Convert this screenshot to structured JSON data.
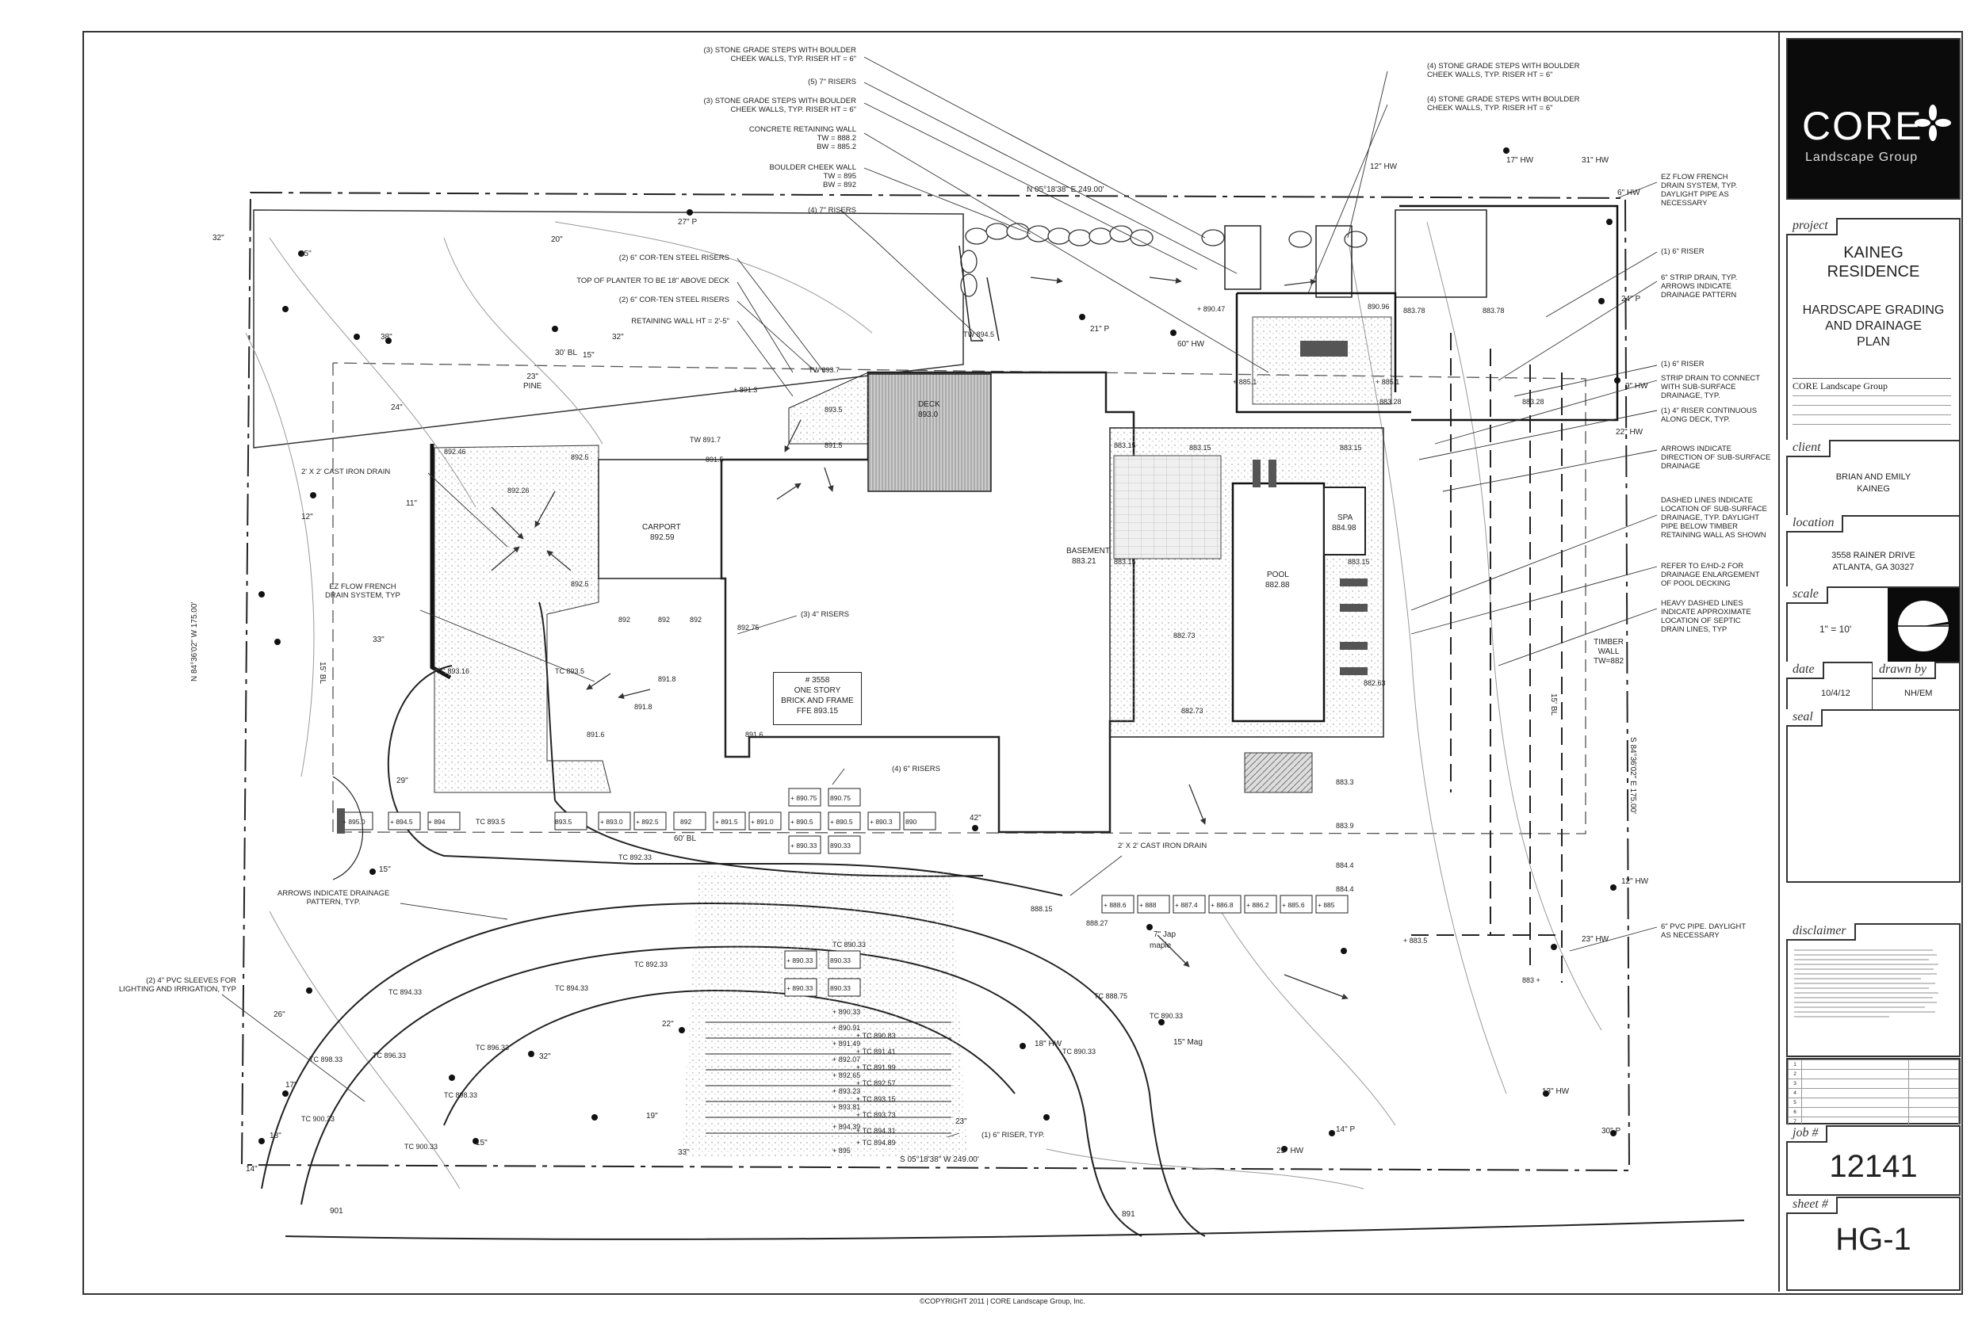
{
  "titleblock": {
    "logo": {
      "word": "CORE",
      "sub": "Landscape Group"
    },
    "project_tag": "project",
    "project_name": "KAINEG RESIDENCE",
    "project_name_l1": "KAINEG",
    "project_name_l2": "RESIDENCE",
    "plan_l1": "HARDSCAPE GRADING",
    "plan_l2": "AND DRAINAGE",
    "plan_l3": "PLAN",
    "firm_name": "CORE Landscape Group",
    "client_tag": "client",
    "client_l1": "BRIAN AND EMILY",
    "client_l2": "KAINEG",
    "location_tag": "location",
    "location_l1": "3558 RAINER DRIVE",
    "location_l2": "ATLANTA, GA 30327",
    "scale_tag": "scale",
    "scale_value": "1\" = 10'",
    "date_tag": "date",
    "date_value": "10/4/12",
    "drawn_tag": "drawn by",
    "drawn_value": "NH/EM",
    "seal_tag": "seal",
    "disclaimer_tag": "disclaimer",
    "revision_rows": [
      "1",
      "2",
      "3",
      "4",
      "5",
      "6",
      "7"
    ],
    "job_tag": "job #",
    "job_value": "12141",
    "sheet_tag": "sheet #",
    "sheet_value": "HG-1"
  },
  "footer": {
    "copyright": "©COPYRIGHT 2011 | CORE Landscape Group, Inc."
  },
  "plan": {
    "deck": "DECK",
    "deck_elev": "893.0",
    "carport": "CARPORT",
    "carport_elev": "892.59",
    "basement": "BASEMENT",
    "basement_elev": "883.21",
    "pool": "POOL",
    "pool_elev": "882.88",
    "spa": "SPA",
    "spa_elev": "884.98",
    "house_l1": "# 3558",
    "house_l2": "ONE STORY",
    "house_l3": "BRICK AND FRAME",
    "house_l4": "FFE 893.15",
    "timber_l1": "TIMBER",
    "timber_l2": "WALL",
    "timber_l3": "TW=882",
    "pine_l1": "23\"",
    "pine_l2": "PINE",
    "brg_north": "N 05°18'38\" E 249.00'",
    "brg_south": "S 05°18'38\" W 249.00'",
    "brg_west": "N 84°36'02\" W 175.00'",
    "brg_east": "S 84°36'02\" E 175.00'",
    "bl_30": "30' BL",
    "bl_60": "60' BL",
    "bl_15w": "15' BL",
    "bl_15e": "15' BL"
  },
  "callouts_left": [
    "(3) STONE GRADE STEPS WITH BOULDER\nCHEEK WALLS, TYP. RISER HT = 6\"",
    "(5) 7\" RISERS",
    "(3) STONE GRADE STEPS WITH BOULDER\nCHEEK WALLS, TYP. RISER HT = 6\"",
    "CONCRETE RETAINING WALL\nTW = 888.2\nBW = 885.2",
    "BOULDER CHEEK WALL\nTW = 895\nBW = 892",
    "(4) 7\" RISERS",
    "(2) 6\" COR-TEN STEEL RISERS",
    "TOP OF PLANTER TO BE 18\" ABOVE DECK",
    "(2) 6\" COR-TEN STEEL RISERS",
    "RETAINING WALL HT = 2'-5\""
  ],
  "callouts_top_right": [
    "(4) STONE GRADE STEPS WITH BOULDER\nCHEEK WALLS, TYP. RISER HT = 6\"",
    "(4) STONE GRADE STEPS WITH BOULDER\nCHEEK WALLS, TYP. RISER HT = 6\""
  ],
  "callouts_right": [
    "EZ FLOW FRENCH\nDRAIN SYSTEM, TYP.\nDAYLIGHT PIPE AS\nNECESSARY",
    "(1) 6\" RISER",
    "6\" STRIP DRAIN, TYP.\nARROWS INDICATE\nDRAINAGE PATTERN",
    "(1) 6\" RISER",
    "STRIP DRAIN TO CONNECT\nWITH SUB-SURFACE\nDRAINAGE, TYP.",
    "(1) 4\" RISER CONTINUOUS\nALONG DECK, TYP.",
    "ARROWS INDICATE\nDIRECTION OF SUB-SURFACE\nDRAINAGE",
    "DASHED LINES INDICATE\nLOCATION OF SUB-SURFACE\nDRAINAGE, TYP. DAYLIGHT\nPIPE BELOW TIMBER\nRETAINING WALL AS SHOWN",
    "REFER TO E/HD-2 FOR\nDRAINAGE ENLARGEMENT\nOF POOL DECKING",
    "HEAVY DASHED LINES\nINDICATE APPROXIMATE\nLOCATION OF SEPTIC\nDRAIN LINES, TYP",
    "6\" PVC PIPE. DAYLIGHT\nAS NECESSARY"
  ],
  "callouts_misc": [
    "2' X 2' CAST IRON DRAIN",
    "EZ FLOW FRENCH\nDRAIN SYSTEM, TYP",
    "(3) 4\" RISERS",
    "(4) 6\" RISERS",
    "2' X 2' CAST IRON DRAIN",
    "ARROWS INDICATE DRAINAGE\nPATTERN, TYP.",
    "(2) 4\" PVC SLEEVES FOR\nLIGHTING AND IRRIGATION, TYP",
    "(1) 6\" RISER, TYP."
  ],
  "colors": {
    "line": "#222222",
    "hatch": "#9a9a9a",
    "logo_bg": "#0b0b0b"
  }
}
